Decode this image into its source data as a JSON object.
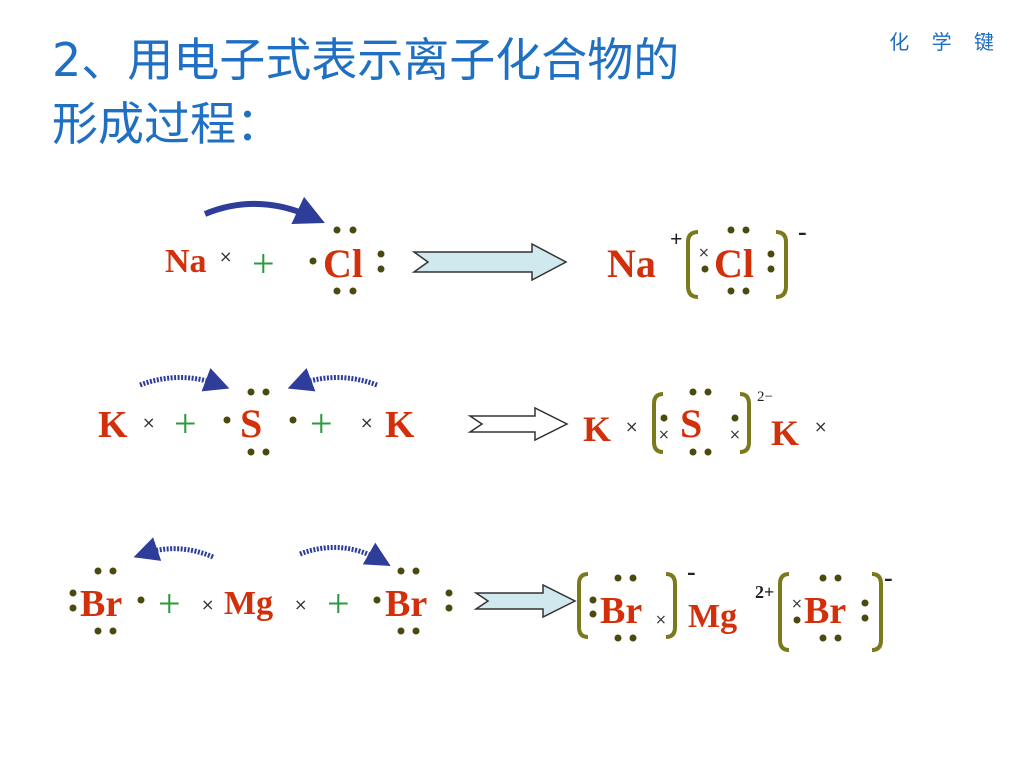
{
  "corner_label": "化 学 键",
  "title": {
    "line1": "2、用电子式表示离子化合物的",
    "line2": "形成过程："
  },
  "cross": "×",
  "plus": "+",
  "colors": {
    "title": "#1f6fc2",
    "symbol": "#d2300a",
    "plus": "#2c9a3c",
    "dot": "#4a4a10",
    "bracket": "#7a7a1c",
    "curved_arrow": "#2e3c9a",
    "yield_arrow_fill": "#cfe9ee"
  },
  "equations": [
    {
      "reactants": [
        "Na",
        "Cl"
      ],
      "products": {
        "cation": "Na",
        "cation_charge": "+",
        "anion": "Cl",
        "anion_charge": "-"
      }
    },
    {
      "reactants": [
        "K",
        "S",
        "K"
      ],
      "products": {
        "cation_left": "K",
        "anion": "S",
        "anion_charge": "2−",
        "cation_right": "K"
      }
    },
    {
      "reactants": [
        "Br",
        "Mg",
        "Br"
      ],
      "products": {
        "anion_left": "Br",
        "anion_left_charge": "-",
        "cation": "Mg",
        "cation_charge": "2+",
        "anion_right": "Br",
        "anion_right_charge": "-"
      }
    }
  ]
}
